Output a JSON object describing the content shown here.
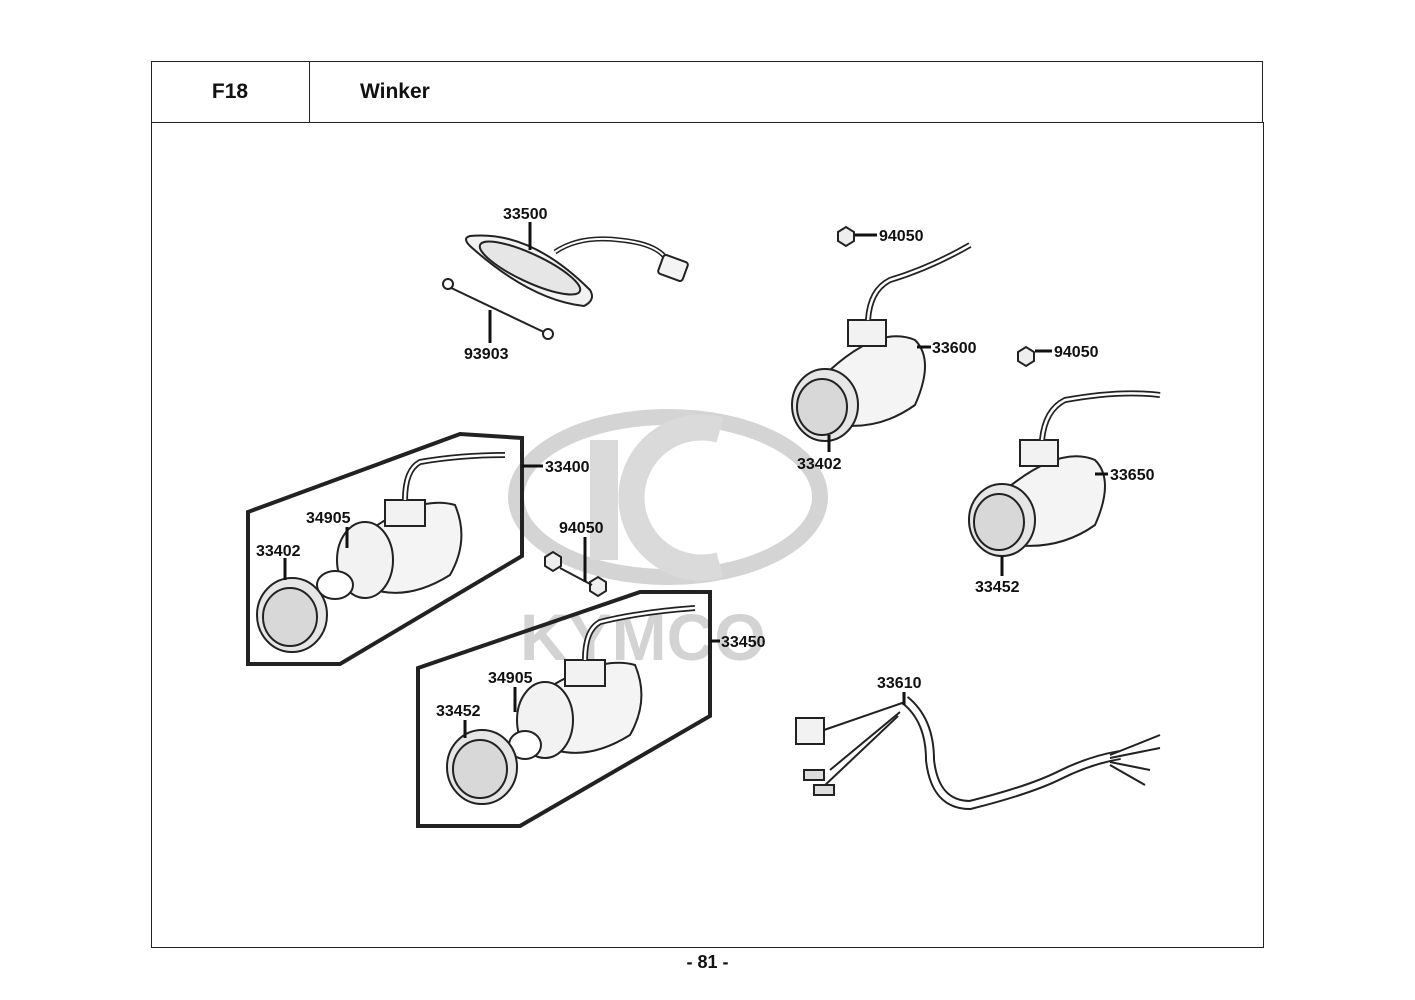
{
  "header": {
    "section_code": "F18",
    "title": "Winker"
  },
  "watermark": {
    "brand": "KYMCO",
    "color": "#cccccc"
  },
  "footer": {
    "page_number": "- 81 -"
  },
  "parts": {
    "p33500": "33500",
    "p93903": "93903",
    "p94050_a": "94050",
    "p33600": "33600",
    "p94050_b": "94050",
    "p33402_a": "33402",
    "p33650": "33650",
    "p33452_a": "33452",
    "p33400": "33400",
    "p34905_a": "34905",
    "p33402_b": "33402",
    "p94050_c": "94050",
    "p33450": "33450",
    "p34905_b": "34905",
    "p33452_b": "33452",
    "p33610": "33610"
  }
}
